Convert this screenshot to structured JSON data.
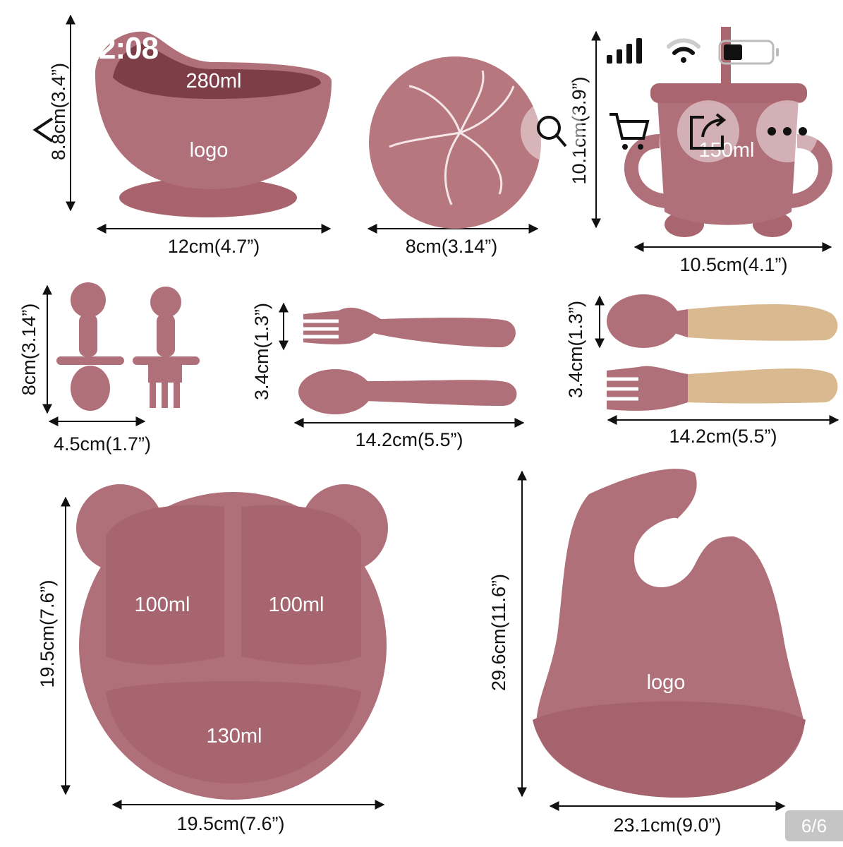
{
  "status_bar": {
    "time": "2:08",
    "icons": [
      "signal-icon",
      "wifi-icon",
      "battery-icon"
    ]
  },
  "toolbar": {
    "icons": [
      "back-chevron-icon",
      "search-icon",
      "cart-icon",
      "share-icon",
      "more-icon"
    ]
  },
  "gallery": {
    "counter": "6/6"
  },
  "product_image": {
    "bowl": {
      "capacity": "280ml",
      "logo": "logo",
      "height": "8.8cm(3.4”)",
      "width": "12cm(4.7”)"
    },
    "lid": {
      "width": "8cm(3.14”)"
    },
    "cup": {
      "capacity": "150ml",
      "height": "10.1cm(3.9”)",
      "width": "10.5cm(4.1”)"
    },
    "mini_utensils": {
      "height": "8cm(3.14”)",
      "width": "4.5cm(1.7”)"
    },
    "silicone_utensils": {
      "height": "3.4cm(1.3”)",
      "width": "14.2cm(5.5”)"
    },
    "wood_utensils": {
      "height": "3.4cm(1.3”)",
      "width": "14.2cm(5.5”)"
    },
    "plate": {
      "left": "100ml",
      "right": "100ml",
      "bottom": "130ml",
      "height": "19.5cm(7.6”)",
      "width": "19.5cm(7.6”)"
    },
    "bib": {
      "logo": "logo",
      "height": "29.6cm(11.6”)",
      "width": "23.1cm(9.0”)"
    }
  },
  "colors": {
    "silicone": "#b0707a",
    "silicone_dark": "#8e4d58",
    "wood": "#d9b98f"
  }
}
